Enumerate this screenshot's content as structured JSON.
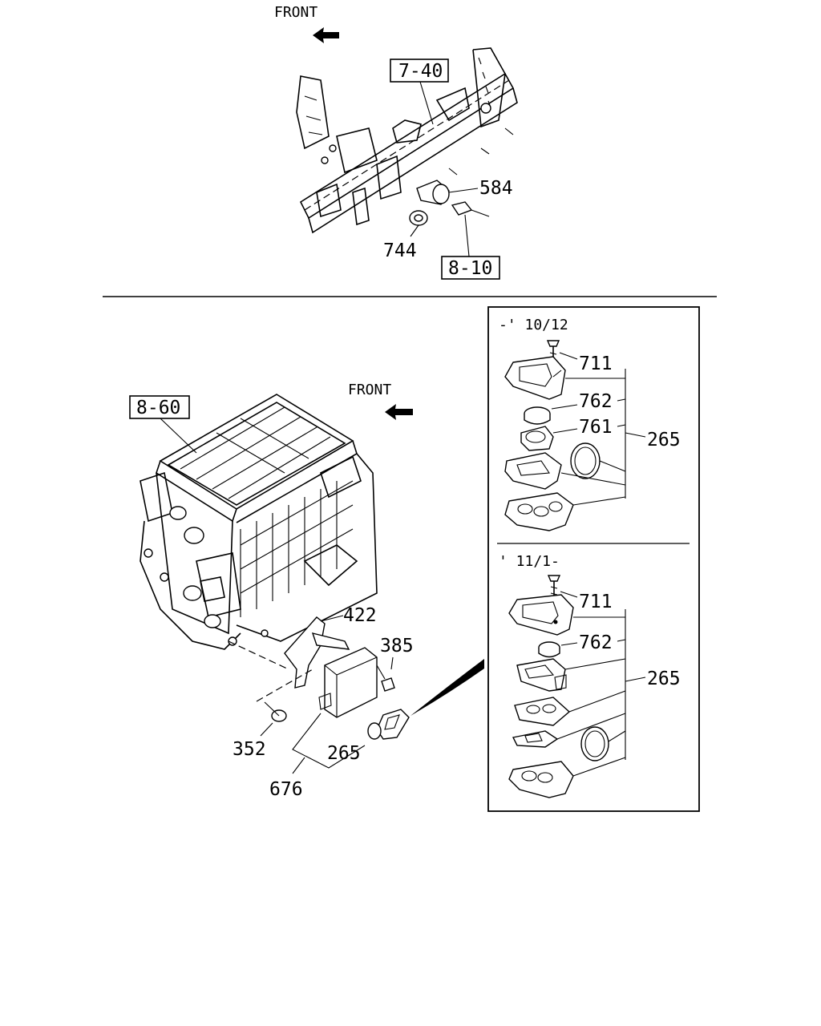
{
  "top_view": {
    "front_label": "FRONT",
    "ref_7_40": "7-40",
    "ref_8_10": "8-10",
    "part_584": "584",
    "part_744": "744"
  },
  "main_view": {
    "front_label": "FRONT",
    "ref_8_60": "8-60",
    "part_422": "422",
    "part_385": "385",
    "part_352": "352",
    "part_265": "265",
    "part_676": "676"
  },
  "inset_early": {
    "date_label": "-' 10/12",
    "part_711": "711",
    "part_762": "762",
    "part_761": "761",
    "part_265": "265"
  },
  "inset_late": {
    "date_label": "' 11/1-",
    "part_711": "711",
    "part_762": "762",
    "part_265": "265"
  }
}
